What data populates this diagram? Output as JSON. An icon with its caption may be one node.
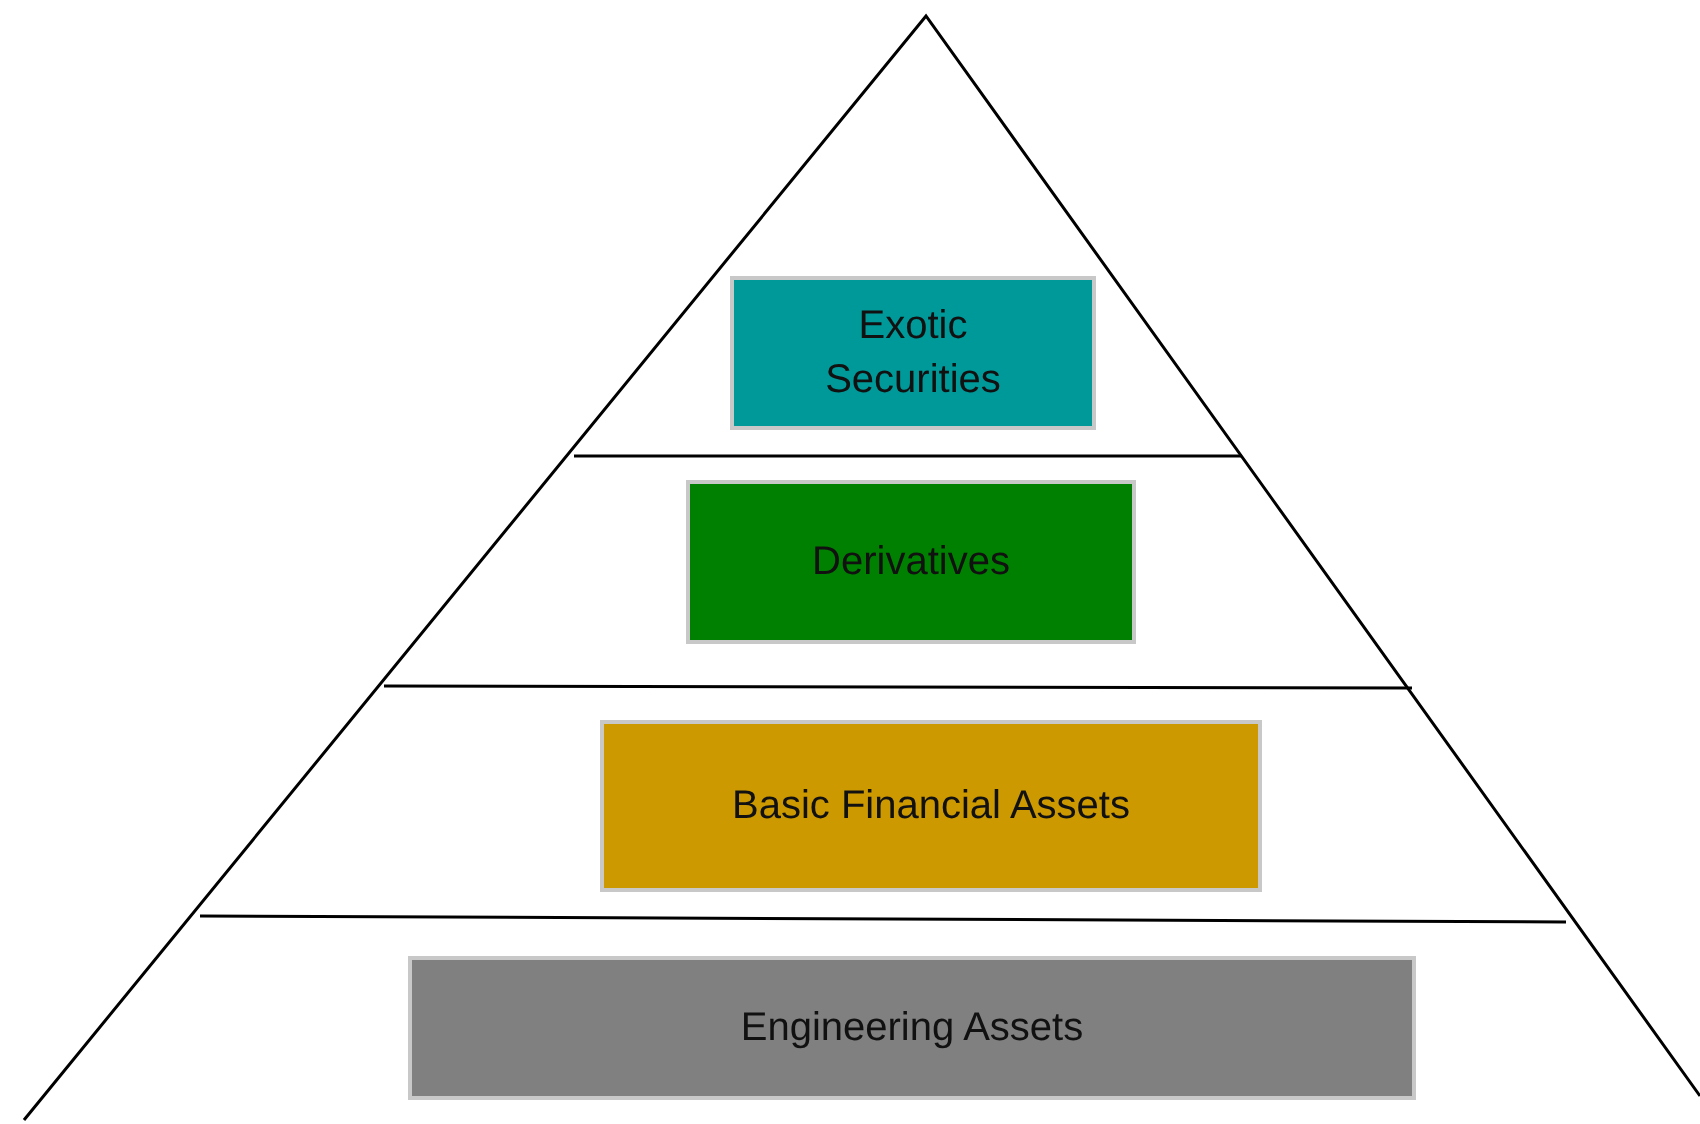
{
  "diagram": {
    "nodes": [
      {
        "text": [
          "Exotic Securities"
        ]
      },
      {
        "text": [
          "Derivatives"
        ]
      },
      {
        "text": [
          "Basic Financial Assets"
        ]
      },
      {
        "text": [
          "Engineering Assets"
        ]
      }
    ]
  }
}
